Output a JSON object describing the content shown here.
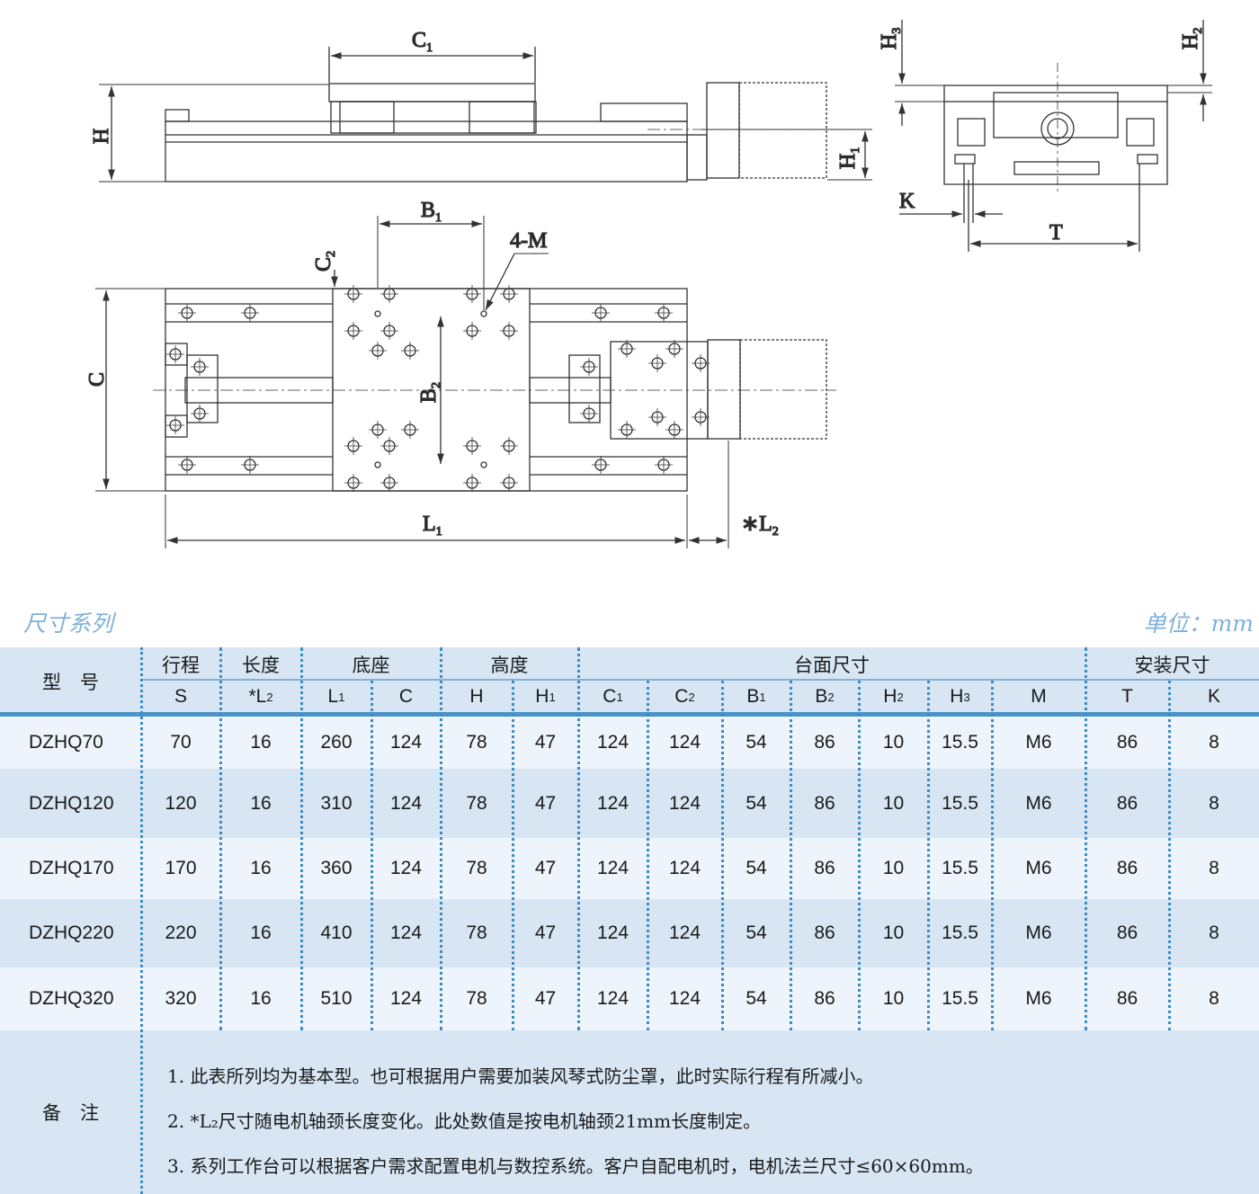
{
  "drawing": {
    "labels": {
      "C1": {
        "main": "C",
        "sub": "1"
      },
      "H": {
        "main": "H",
        "sub": ""
      },
      "H1": {
        "main": "H",
        "sub": "1"
      },
      "H3": {
        "main": "H",
        "sub": "3"
      },
      "H2": {
        "main": "H",
        "sub": "2"
      },
      "K": {
        "main": "K",
        "sub": ""
      },
      "T": {
        "main": "T",
        "sub": ""
      },
      "B1": {
        "main": "B",
        "sub": "1"
      },
      "M": {
        "main": "4-M",
        "sub": ""
      },
      "C2": {
        "main": "C",
        "sub": "2"
      },
      "C": {
        "main": "C",
        "sub": ""
      },
      "B2": {
        "main": "B",
        "sub": "2"
      },
      "L1": {
        "main": "L",
        "sub": "1"
      },
      "L2": {
        "main": "∗L",
        "sub": "2"
      }
    }
  },
  "section_title": "尺寸系列",
  "unit": "单位：mm",
  "table": {
    "model_header": "型　号",
    "groups": [
      "行程",
      "长度",
      "底座",
      "高度",
      "台面尺寸",
      "安装尺寸"
    ],
    "columns": [
      {
        "main": "S",
        "sub": ""
      },
      {
        "main": "*L",
        "sub": "2"
      },
      {
        "main": "L",
        "sub": "1"
      },
      {
        "main": "C",
        "sub": ""
      },
      {
        "main": "H",
        "sub": ""
      },
      {
        "main": "H",
        "sub": "1"
      },
      {
        "main": "C",
        "sub": "1"
      },
      {
        "main": "C",
        "sub": "2"
      },
      {
        "main": "B",
        "sub": "1"
      },
      {
        "main": "B",
        "sub": "2"
      },
      {
        "main": "H",
        "sub": "2"
      },
      {
        "main": "H",
        "sub": "3"
      },
      {
        "main": "M",
        "sub": ""
      },
      {
        "main": "T",
        "sub": ""
      },
      {
        "main": "K",
        "sub": ""
      }
    ],
    "rows": [
      [
        "DZHQ70",
        "70",
        "16",
        "260",
        "124",
        "78",
        "47",
        "124",
        "124",
        "54",
        "86",
        "10",
        "15.5",
        "M6",
        "86",
        "8"
      ],
      [
        "DZHQ120",
        "120",
        "16",
        "310",
        "124",
        "78",
        "47",
        "124",
        "124",
        "54",
        "86",
        "10",
        "15.5",
        "M6",
        "86",
        "8"
      ],
      [
        "DZHQ170",
        "170",
        "16",
        "360",
        "124",
        "78",
        "47",
        "124",
        "124",
        "54",
        "86",
        "10",
        "15.5",
        "M6",
        "86",
        "8"
      ],
      [
        "DZHQ220",
        "220",
        "16",
        "410",
        "124",
        "78",
        "47",
        "124",
        "124",
        "54",
        "86",
        "10",
        "15.5",
        "M6",
        "86",
        "8"
      ],
      [
        "DZHQ320",
        "320",
        "16",
        "510",
        "124",
        "78",
        "47",
        "124",
        "124",
        "54",
        "86",
        "10",
        "15.5",
        "M6",
        "86",
        "8"
      ]
    ],
    "notes_label": "备　注",
    "notes": [
      "1. 此表所列均为基本型。也可根据用户需要加装风琴式防尘罩，此时实际行程有所减小。",
      "2. *L₂尺寸随电机轴颈长度变化。此处数值是按电机轴颈21mm长度制定。",
      "3. 系列工作台可以根据客户需求配置电机与数控系统。客户自配电机时，电机法兰尺寸≤60×60mm。"
    ]
  },
  "colors": {
    "accent": "#4a92c8",
    "row_light": "#eef4fb",
    "row_dark": "#d8e6f3",
    "title": "#7fb0dc"
  }
}
